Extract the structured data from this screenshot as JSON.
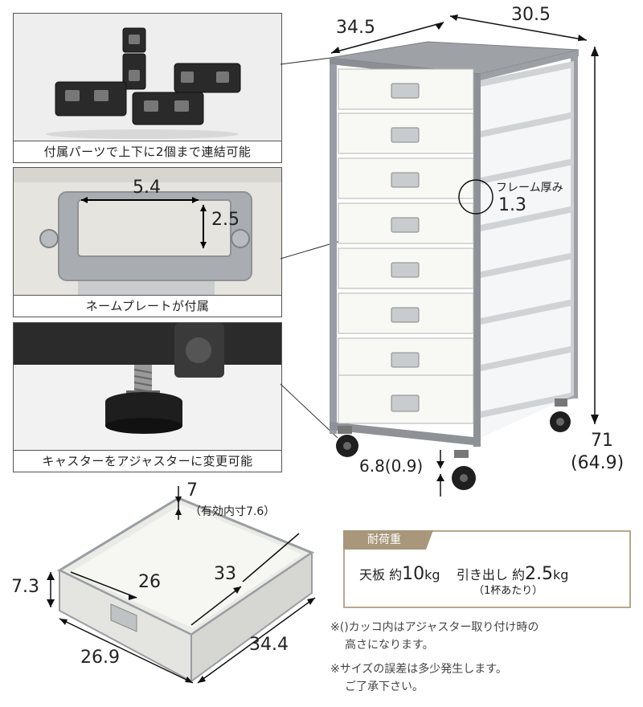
{
  "dims": {
    "top_depth": "34.5",
    "top_width": "30.5",
    "height": "71",
    "height_adjuster": "(64.9)",
    "frame_thickness_label": "フレーム厚み",
    "frame_thickness": "1.3",
    "caster_height": "6.8(0.9)"
  },
  "panels": {
    "connectors_caption": "付属パーツで上下に2個まで連結可能",
    "nameplate_caption": "ネームプレートが付属",
    "nameplate_width": "5.4",
    "nameplate_height": "2.5",
    "caster_caption": "キャスターをアジャスターに変更可能"
  },
  "drawer": {
    "top_gap": "7",
    "effective_height": "（有効内寸7.6）",
    "outer_height": "7.3",
    "inner_width": "26",
    "inner_depth": "33",
    "outer_width": "26.9",
    "outer_depth": "34.4"
  },
  "load": {
    "heading": "耐荷重",
    "top_label": "天板 約",
    "top_value": "10",
    "top_unit": "kg",
    "drawer_label": "引き出し 約",
    "drawer_value": "2.5",
    "drawer_unit": "kg",
    "drawer_note": "（1杯あたり）"
  },
  "notes": [
    "※()カッコ内はアジャスター取り付け時の",
    "高さになります。",
    "※サイズの誤差は多少発生します。",
    "ご了承下さい。"
  ]
}
